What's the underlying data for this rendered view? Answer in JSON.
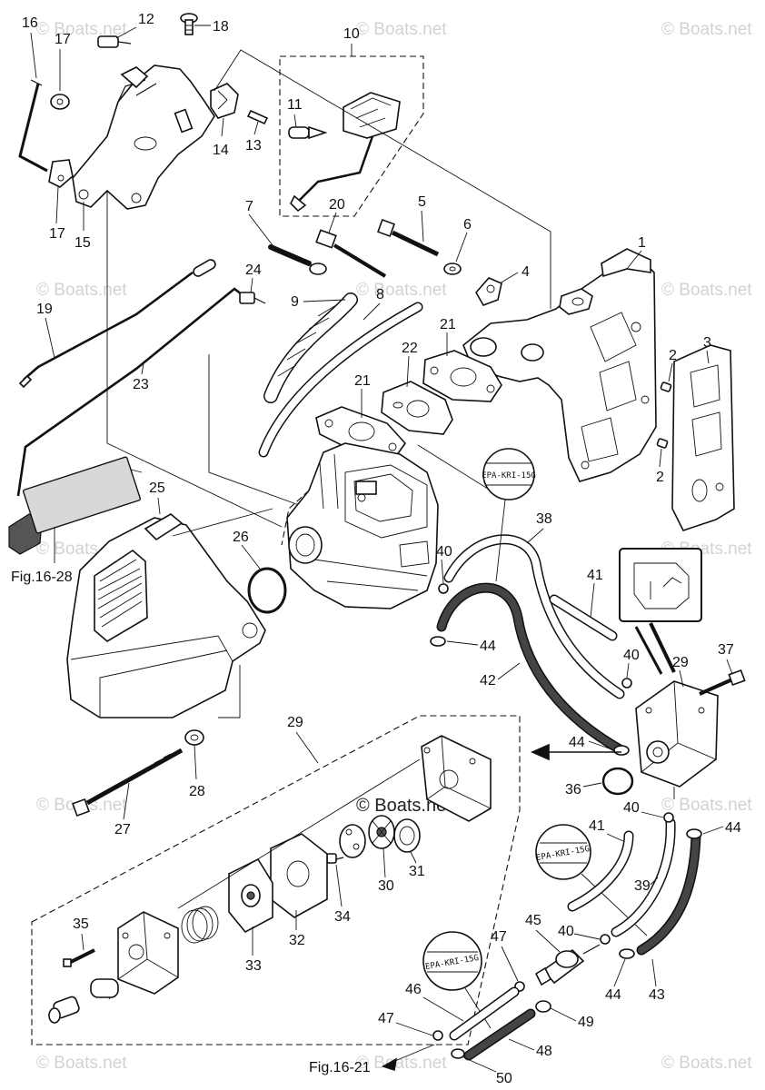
{
  "watermark": {
    "text": "© Boats.net",
    "center_text": "© Boats.net"
  },
  "callouts": [
    "1",
    "2",
    "2",
    "3",
    "4",
    "5",
    "6",
    "7",
    "8",
    "9",
    "10",
    "11",
    "12",
    "13",
    "14",
    "15",
    "16",
    "17",
    "17",
    "18",
    "19",
    "20",
    "21",
    "21",
    "22",
    "23",
    "24",
    "25",
    "26",
    "27",
    "28",
    "29",
    "29",
    "30",
    "31",
    "32",
    "33",
    "34",
    "35",
    "36",
    "37",
    "38",
    "39",
    "40",
    "40",
    "40",
    "40",
    "41",
    "41",
    "42",
    "43",
    "44",
    "44",
    "44",
    "44",
    "45",
    "46",
    "47",
    "47",
    "48",
    "49",
    "50"
  ],
  "figure_refs": {
    "fig_16_28": "Fig.16-28",
    "fig_16_21": "Fig.16-21"
  },
  "tags": {
    "epa_1": "EPA-KRI-15G",
    "epa_2": "EPA-KRI-15G",
    "epa_3": "EPA-KRI-15G"
  }
}
